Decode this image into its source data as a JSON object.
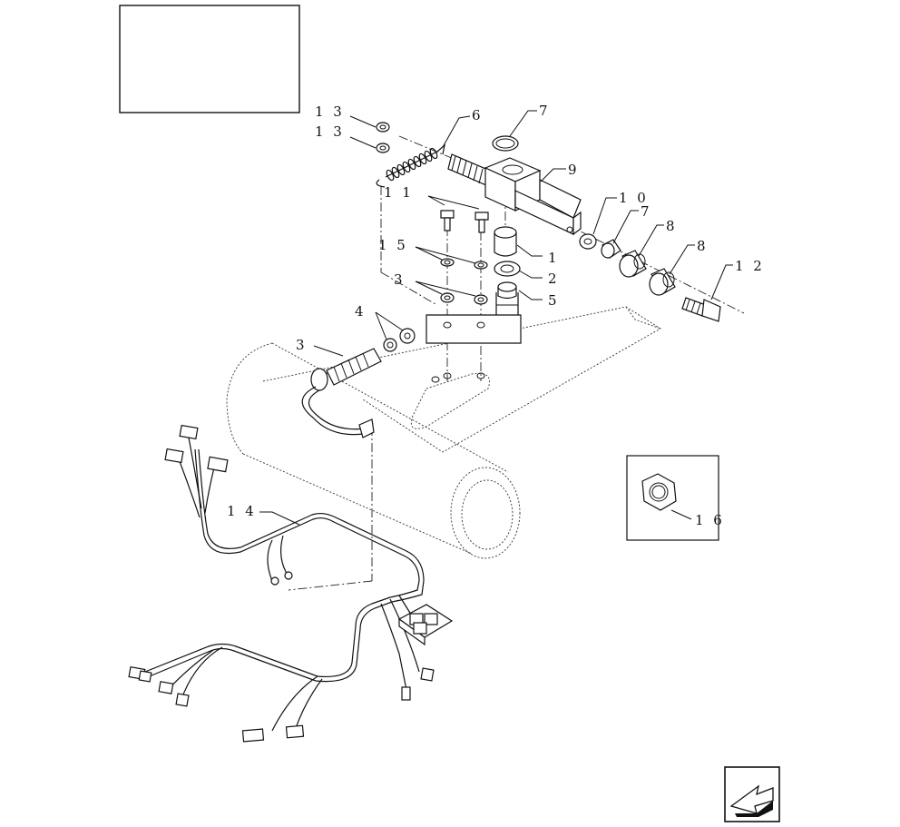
{
  "callouts": [
    {
      "id": "c13a",
      "text": "1 3"
    },
    {
      "id": "c13b",
      "text": "1 3"
    },
    {
      "id": "c6",
      "text": "6"
    },
    {
      "id": "c7a",
      "text": "7"
    },
    {
      "id": "c9",
      "text": "9"
    },
    {
      "id": "c11",
      "text": "1 1"
    },
    {
      "id": "c10",
      "text": "1 0"
    },
    {
      "id": "c7b",
      "text": "7"
    },
    {
      "id": "c8a",
      "text": "8"
    },
    {
      "id": "c8b",
      "text": "8"
    },
    {
      "id": "c12",
      "text": "1 2"
    },
    {
      "id": "c15",
      "text": "1 5"
    },
    {
      "id": "c1",
      "text": "1"
    },
    {
      "id": "c2",
      "text": "2"
    },
    {
      "id": "c3a",
      "text": "3"
    },
    {
      "id": "c5",
      "text": "5"
    },
    {
      "id": "c4",
      "text": "4"
    },
    {
      "id": "c3b",
      "text": "3"
    },
    {
      "id": "c14",
      "text": "1 4"
    },
    {
      "id": "c16",
      "text": "1 6"
    }
  ],
  "icons": {
    "nav_arrow": "back-arrow-icon",
    "nut_detail": "hex-nut-icon"
  }
}
